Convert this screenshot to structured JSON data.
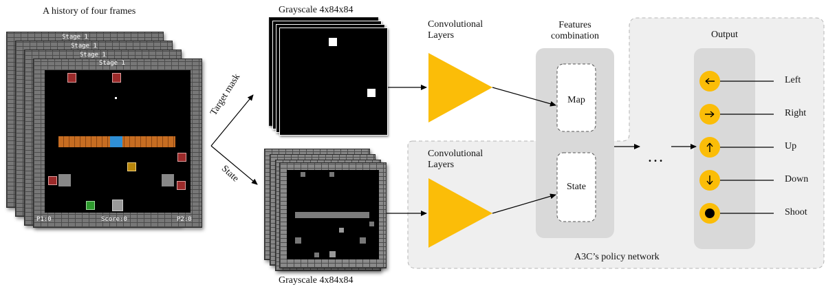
{
  "left": {
    "title": "A history of four frames",
    "stage_label": "Stage 1",
    "score_left": "P1:0",
    "score_center": "Score:0",
    "score_right": "P2:0"
  },
  "branch": {
    "upper_label": "Target mask",
    "lower_label": "State"
  },
  "mask": {
    "title": "Grayscale 4x84x84"
  },
  "state_frames": {
    "title": "Grayscale 4x84x84"
  },
  "conv_upper": {
    "line1": "Convolutional",
    "line2": "Layers"
  },
  "conv_lower": {
    "line1": "Convolutional",
    "line2": "Layers"
  },
  "features": {
    "line1": "Features",
    "line2": "combination",
    "map_label": "Map",
    "state_label": "State"
  },
  "ellipsis": "…",
  "output": {
    "title": "Output",
    "actions": [
      {
        "label": "Left",
        "icon": "arrow-left-icon"
      },
      {
        "label": "Right",
        "icon": "arrow-right-icon"
      },
      {
        "label": "Up",
        "icon": "arrow-up-icon"
      },
      {
        "label": "Down",
        "icon": "arrow-down-icon"
      },
      {
        "label": "Shoot",
        "icon": "dot-icon"
      }
    ]
  },
  "policy_label": "A3C’s policy network",
  "colors": {
    "accent": "#FBBD08",
    "panel": "#d9d9d9",
    "dashed": "#b5b5b5"
  }
}
